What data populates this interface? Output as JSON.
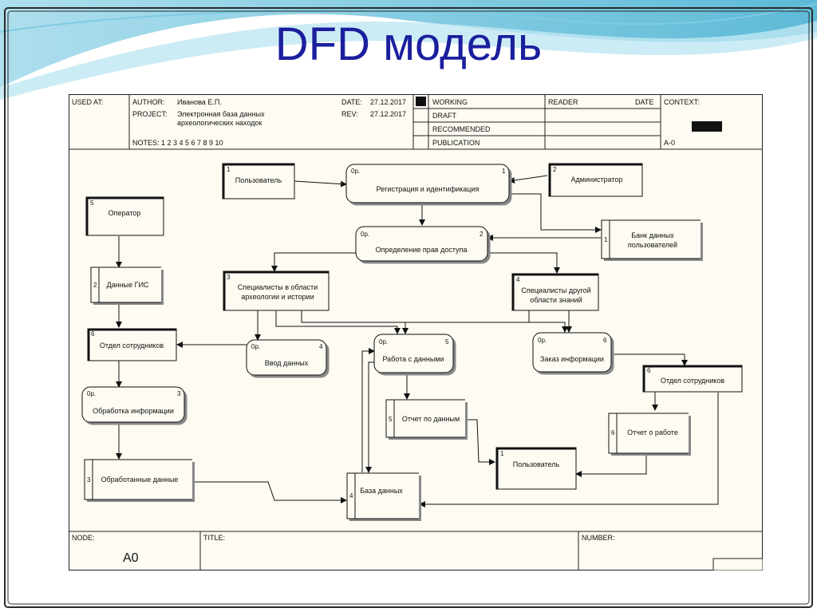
{
  "slide": {
    "title": "DFD модель"
  },
  "header": {
    "used_at": "USED AT:",
    "author_label": "AUTHOR:",
    "author_value": "Иванова Е.П.",
    "project_label": "PROJECT:",
    "project_value_1": "Электронная база данных",
    "project_value_2": "археологических находок",
    "date_label": "DATE:",
    "date_value": "27.12.2017",
    "rev_label": "REV:",
    "rev_value": "27.12.2017",
    "notes": "NOTES:  1  2  3  4  5  6  7  8  9  10",
    "status": [
      "WORKING",
      "DRAFT",
      "RECOMMENDED",
      "PUBLICATION"
    ],
    "reader": "READER",
    "date_col": "DATE",
    "context": "CONTEXT:",
    "context_node": "A-0"
  },
  "footer": {
    "node_label": "NODE:",
    "node_value": "A0",
    "title_label": "TITLE:",
    "number_label": "NUMBER:"
  },
  "nodes": {
    "ext_user_top": {
      "num": "1",
      "label": "Пользователь"
    },
    "ext_admin": {
      "num": "2",
      "label": "Администратор"
    },
    "ext_operator": {
      "num": "5",
      "label": "Оператор"
    },
    "ext_specs_arch": {
      "num": "3",
      "line1": "Специалисты в области",
      "line2": "археологии и истории"
    },
    "ext_specs_other": {
      "num": "4",
      "line1": "Специалисты другой",
      "line2": "области знаний"
    },
    "ext_dept_left": {
      "num": "6",
      "label": "Отдел сотрудников"
    },
    "ext_dept_right": {
      "num": "6",
      "label": "Отдел сотрудников"
    },
    "ext_user_bottom": {
      "num": "1",
      "label": "Пользователь"
    },
    "proc_register": {
      "zero": "0р.",
      "num": "1",
      "label": "Регистрация и идентификация"
    },
    "proc_rights": {
      "zero": "0р.",
      "num": "2",
      "label": "Определение прав доступа"
    },
    "proc_process": {
      "zero": "0р.",
      "num": "3",
      "label": "Обработка информации"
    },
    "proc_input": {
      "zero": "0р.",
      "num": "4",
      "label": "Ввод данных"
    },
    "proc_work": {
      "zero": "0р.",
      "num": "5",
      "label": "Работа с данными"
    },
    "proc_order": {
      "zero": "0р.",
      "num": "6",
      "label": "Заказ информации"
    },
    "store_users_bank": {
      "num": "1",
      "line1": "Банк данных",
      "line2": "пользователей"
    },
    "store_gis": {
      "num": "2",
      "label": "Данные ГИС"
    },
    "store_processed": {
      "num": "3",
      "label": "Обработанные данные"
    },
    "store_db": {
      "num": "4",
      "label": "База данных"
    },
    "store_report_data": {
      "num": "5",
      "label": "Отчет по данным"
    },
    "store_report_work": {
      "num": "6",
      "label": "Отчет о работе"
    }
  }
}
